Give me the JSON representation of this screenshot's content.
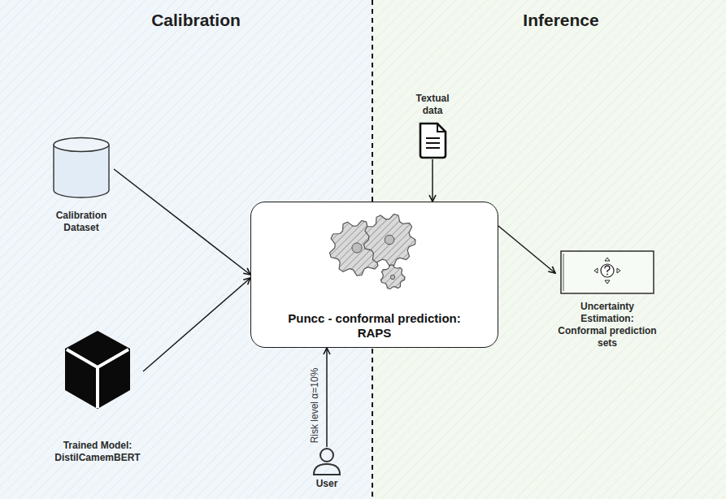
{
  "diagram": {
    "nodes": [
      {
        "text": [
          "Calibration Dataset"
        ]
      },
      {
        "text": [
          "Trained Model: DistilCamemBERT"
        ]
      },
      {
        "text": [
          "Puncc - conformal prediction: RAPS"
        ]
      },
      {
        "text": [
          "Textual data"
        ]
      },
      {
        "text": [
          "Uncertainty Estimation: Conformal prediction sets"
        ]
      },
      {
        "text": [
          "User"
        ]
      }
    ],
    "edges": [
      {
        "from": 0,
        "to": 2,
        "arrow": "to"
      },
      {
        "from": 1,
        "to": 2,
        "arrow": "to"
      },
      {
        "from": 3,
        "to": 2,
        "arrow": "to"
      },
      {
        "from": 5,
        "to": 2,
        "label": "Risk level α=10%",
        "arrow": "to"
      },
      {
        "from": 2,
        "to": 4,
        "arrow": "to"
      }
    ],
    "labels": [
      "Calibration",
      "Inference"
    ]
  }
}
